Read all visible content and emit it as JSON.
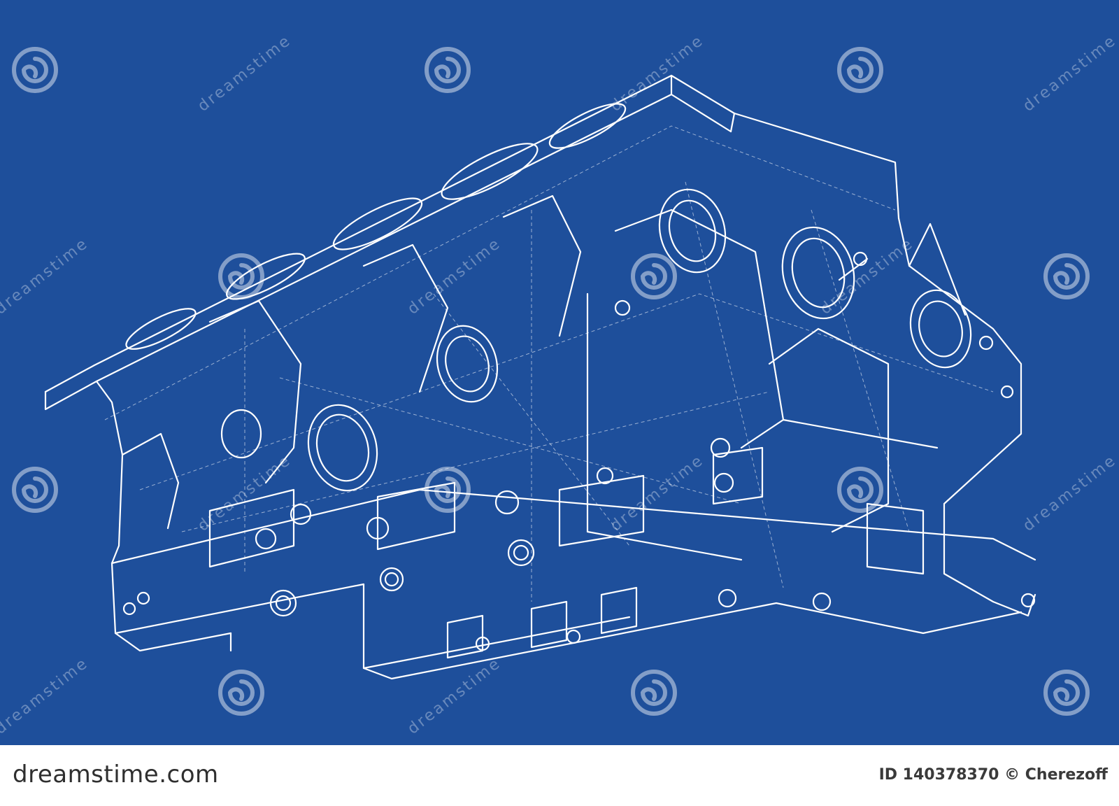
{
  "illustration": {
    "subject": "engine-block-wireframe",
    "background_color": "#1e4f9b",
    "line_color": "#ffffff"
  },
  "watermark": {
    "text": "dreamstime",
    "icon": "spiral-logo-icon"
  },
  "footer": {
    "brand": "dreamstime.com",
    "credit": "ID 140378370 © Cherezoff"
  }
}
